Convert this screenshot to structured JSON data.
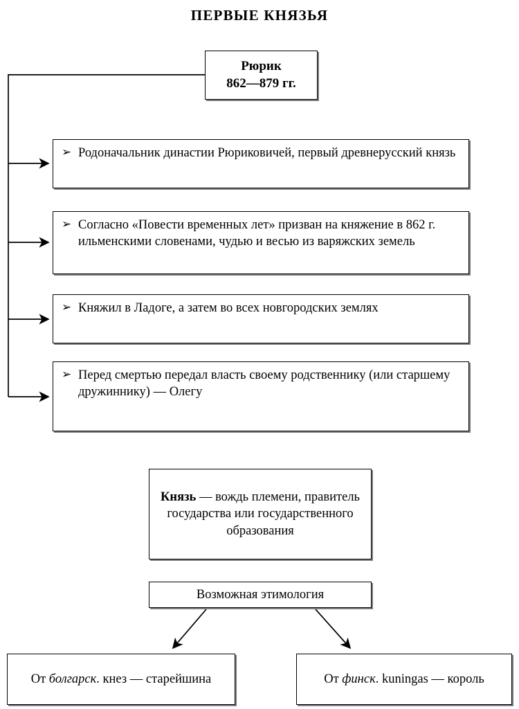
{
  "title": "ПЕРВЫЕ КНЯЗЬЯ",
  "root": {
    "name": "Рюрик",
    "reign": "862—879 гг."
  },
  "bullet_marker": "➢",
  "facts": [
    {
      "text": "Родоначальник династии Рюриковичей, первый древнерусский князь"
    },
    {
      "text": "Согласно «Повести временных лет» призван на княжение в 862 г. ильменскими словенами, чудью и весью из варяжских земель"
    },
    {
      "text": "Княжил в Ладоге, а затем во всех новгородских землях"
    },
    {
      "text": "Перед смертью передал власть своему родственнику (или старшему дружиннику) — Олегу"
    }
  ],
  "definition": {
    "term": "Князь",
    "body": " — вождь племени, правитель государства или государственного образования"
  },
  "etymology": {
    "header": "Возможная этимология",
    "options": [
      {
        "prefix": "От ",
        "source": "болгарск",
        "rest": ". кнез — старейшина"
      },
      {
        "prefix": "От ",
        "source": "финск",
        "rest": ". kuningas — король"
      }
    ]
  },
  "colors": {
    "line": "#000000",
    "shadow": "#7d7d7d",
    "background": "#ffffff"
  }
}
